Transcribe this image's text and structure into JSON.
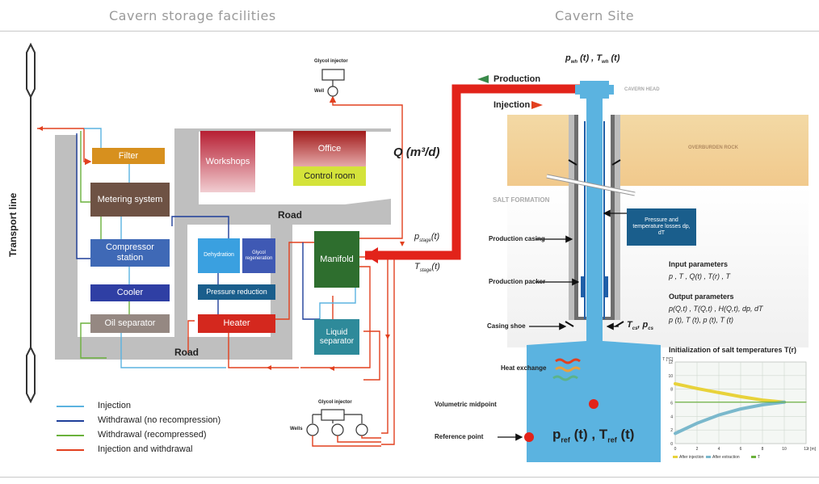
{
  "headers": {
    "left": "Cavern storage facilities",
    "right": "Cavern Site"
  },
  "transport_line": "Transport line",
  "buildings": {
    "filter": "Filter",
    "metering": "Metering system",
    "workshops": "Workshops",
    "office": "Office",
    "control_room": "Control room",
    "compressor": "Compressor station",
    "cooler": "Cooler",
    "oil_separator": "Oil separator",
    "dehydration": "Dehydration",
    "glycol_regeneration": "Glycol regeneration",
    "pressure_reduction": "Pressure reduction",
    "heater": "Heater",
    "manifold": "Manifold",
    "liquid_separator": "Liquid separator"
  },
  "road_labels": {
    "road_top": "Road",
    "road_bottom": "Road"
  },
  "wells": {
    "glycol_injector_top": "Glycol injector",
    "well": "Well",
    "glycol_injector_bottom": "Glycol injector",
    "wells": "Wells"
  },
  "flow": {
    "production": "Production",
    "injection": "Injection",
    "q": "Q (m³/d)",
    "p_stage": "p",
    "p_stage_sub": "stage",
    "p_stage_t": "(t)",
    "t_stage": "T",
    "t_stage_sub": "stage",
    "t_stage_t": "(t)",
    "wh_p": "p",
    "wh_p_sub": "wh",
    "wh_pt": "(t) ,",
    "wh_t": "T",
    "wh_t_sub": "wh",
    "wh_tt": "(t)"
  },
  "cavern_site": {
    "cavern_head": "CAVERN HEAD",
    "overburden": "OVERBURDEN ROCK",
    "salt_formation": "SALT FORMATION",
    "production_casing": "Production casing",
    "production_packer": "Production packer",
    "casing_shoe": "Casing shoe",
    "pt_losses": "Pressure and temperature losses dp, dT",
    "tcs_label": "T",
    "tcs_sub": "cs",
    "pcs_label": ", p",
    "pcs_sub": "cs",
    "heat_exchange": "Heat exchange",
    "volumetric_midpoint": "Volumetric midpoint",
    "reference_point": "Reference point",
    "cavern_eq": "p",
    "cavern_eq_sub": "ref",
    "cavern_eq_mid": "(t) , T",
    "cavern_eq_sub2": "ref",
    "cavern_eq_end": "(t)"
  },
  "params": {
    "input_title": "Input parameters",
    "input_values": "p   , T   ,  Q(t) ,  T(r) , T",
    "output_title": "Output parameters",
    "output_line1": "p(Q,t) , T(Q,t) ,  H(Q,t), dp, dT",
    "output_line2": "p    (t), T    (t),  p     (t), T     (t)"
  },
  "legend": [
    {
      "label": "Injection",
      "color": "#5bb3e0"
    },
    {
      "label": "Withdrawal (no recompression)",
      "color": "#1f3f9a"
    },
    {
      "label": "Withdrawal (recompressed)",
      "color": "#6ab13b"
    },
    {
      "label": "Injection and  withdrawal",
      "color": "#e2401f"
    }
  ],
  "chart_data": {
    "type": "line",
    "title": "Initialization of salt temperatures T(r)",
    "xlabel": "r [m]",
    "ylabel": "T [°C]",
    "y_ticks": [
      "12",
      "10",
      "8",
      "6",
      "4",
      "2",
      "0"
    ],
    "x_ticks": [
      "0",
      "2",
      "4",
      "6",
      "8",
      "10",
      "12"
    ],
    "xlim": [
      0,
      12
    ],
    "ylim": [
      0,
      12
    ],
    "grid": true,
    "legend_position": "bottom",
    "series": [
      {
        "name": "After injection",
        "color": "#e8d23a",
        "x": [
          0,
          2,
          4,
          6,
          8,
          10
        ],
        "y": [
          8.8,
          8.1,
          7.5,
          6.9,
          6.4,
          6.1
        ]
      },
      {
        "name": "After extraction",
        "color": "#7ab8cc",
        "x": [
          0,
          2,
          4,
          6,
          8,
          10
        ],
        "y": [
          1.5,
          3.0,
          4.2,
          5.1,
          5.7,
          6.1
        ]
      },
      {
        "name": "T",
        "color": "#6ab13b",
        "x": [
          0,
          12
        ],
        "y": [
          6.1,
          6.1
        ]
      }
    ],
    "legend": [
      "After injection",
      "After extraction",
      "T"
    ]
  }
}
